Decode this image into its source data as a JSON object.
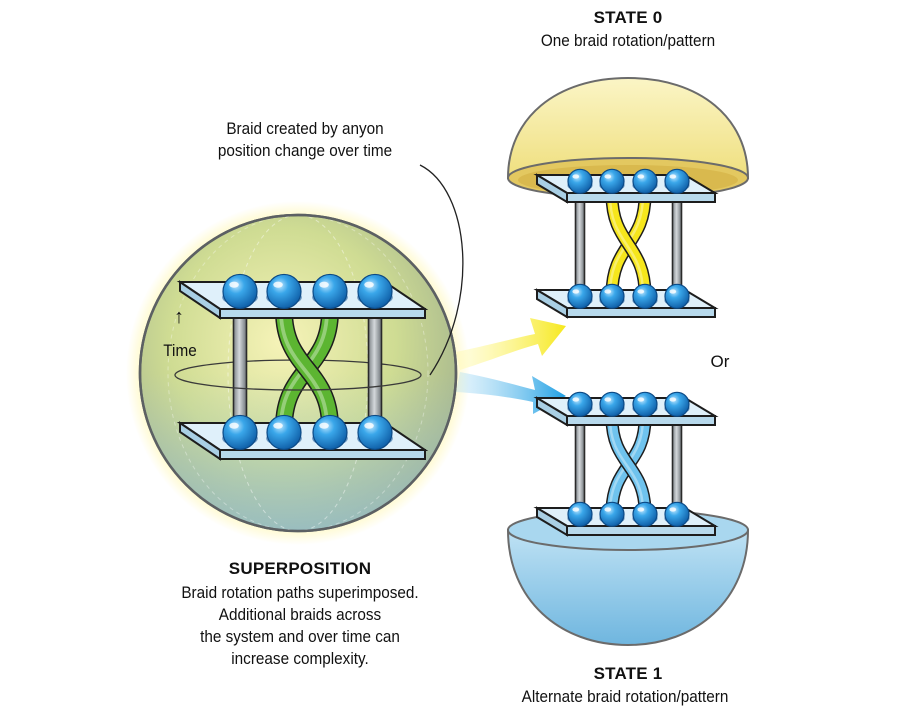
{
  "state0": {
    "title": "STATE 0",
    "caption": "One braid rotation/pattern"
  },
  "state1": {
    "title": "STATE 1",
    "caption": "Alternate braid rotation/pattern"
  },
  "superposition": {
    "title": "SUPERPOSITION",
    "lines": [
      "Braid rotation paths superimposed.",
      "Additional braids across",
      "the system and over time can",
      "increase complexity."
    ]
  },
  "callout": {
    "lines": [
      "Braid created by anyon",
      "position change over time"
    ]
  },
  "time_label": "Time",
  "time_arrow": "↑",
  "or_label": "Or",
  "colors": {
    "sphere_green": "#c9d98a",
    "sphere_yellow": "#f4ee9a",
    "bead_blue": "#2e9be0",
    "braid_green": "#5cb531",
    "braid_yellow": "#f6e61c",
    "braid_blue": "#6fc3ee",
    "plate": "#d9eef8",
    "dome_yellow": "#f7eca0",
    "bowl_blue": "#9fd4ee",
    "arrow_yellow": "#f6ec1f",
    "arrow_blue": "#1ea2e6"
  }
}
